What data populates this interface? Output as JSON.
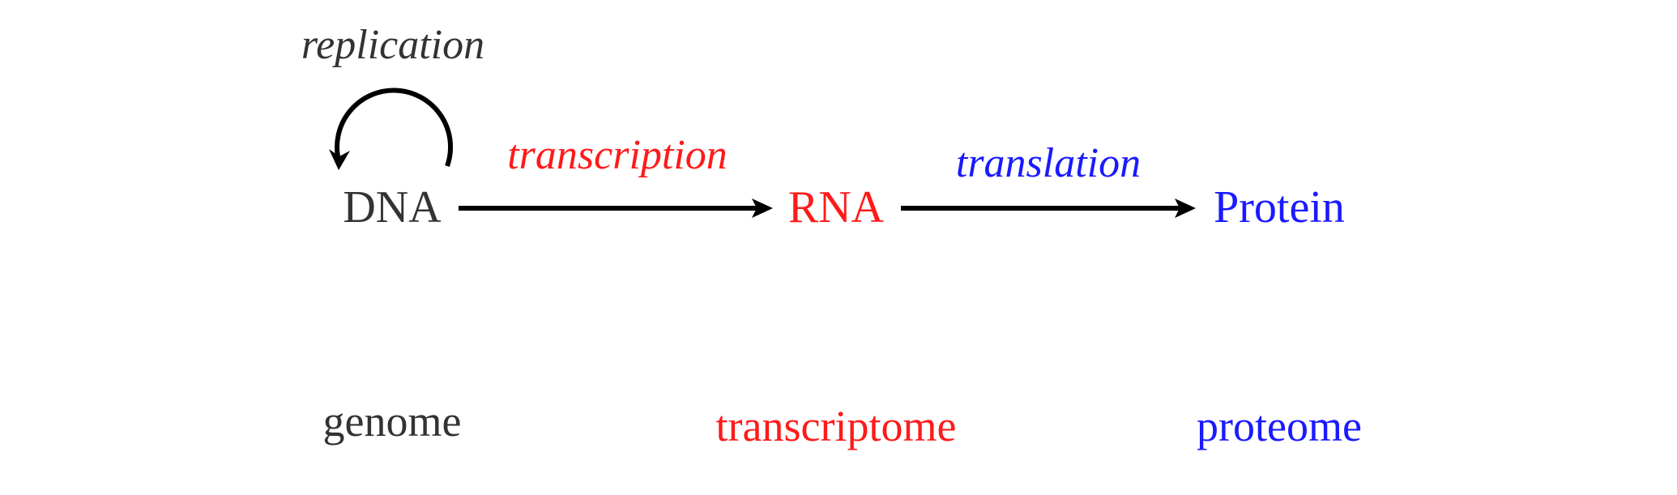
{
  "colors": {
    "dna": "#333333",
    "rna": "#ff1a1a",
    "protein": "#1a1aff",
    "arrow": "#000000"
  },
  "nodes": {
    "dna": "DNA",
    "rna": "RNA",
    "protein": "Protein"
  },
  "processes": {
    "replication": "replication",
    "transcription": "transcription",
    "translation": "translation"
  },
  "omics": {
    "genome": "genome",
    "transcriptome": "transcriptome",
    "proteome": "proteome"
  }
}
